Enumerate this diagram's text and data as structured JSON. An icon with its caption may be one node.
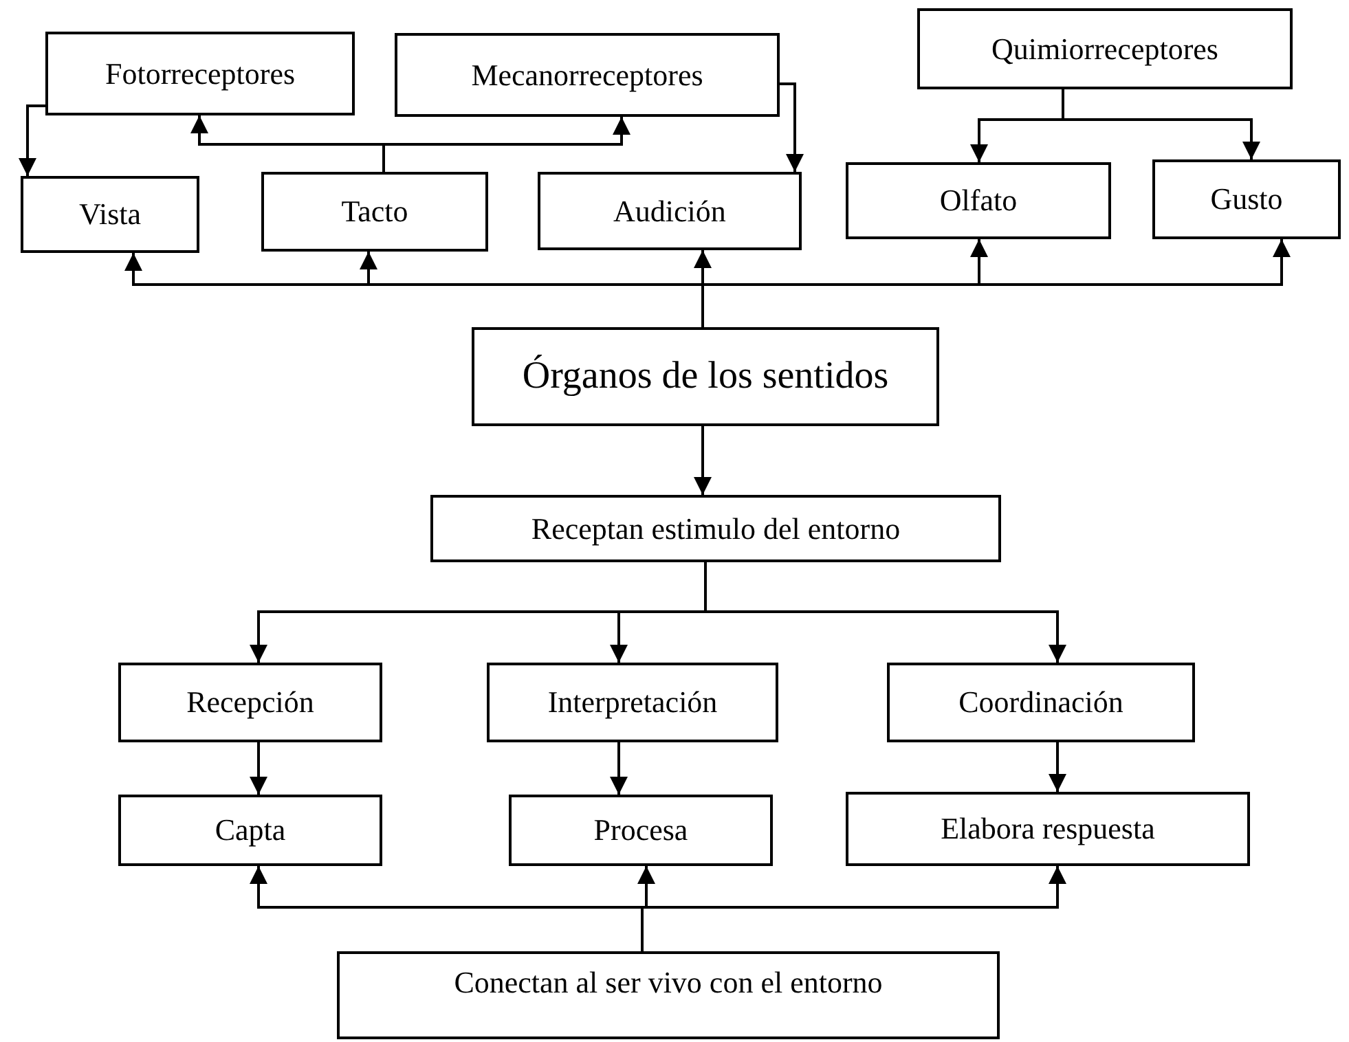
{
  "diagram": {
    "nodes": [
      {
        "text": [
          "Fotorreceptores"
        ]
      },
      {
        "text": [
          "Mecanorreceptores"
        ]
      },
      {
        "text": [
          "Quimiorreceptores"
        ]
      },
      {
        "text": [
          "Vista"
        ]
      },
      {
        "text": [
          "Tacto"
        ]
      },
      {
        "text": [
          "Audición"
        ]
      },
      {
        "text": [
          "Olfato"
        ]
      },
      {
        "text": [
          "Gusto"
        ]
      },
      {
        "text": [
          "Órganos de los sentidos"
        ]
      },
      {
        "text": [
          "Receptan estimulo del entorno"
        ]
      },
      {
        "text": [
          "Recepción"
        ]
      },
      {
        "text": [
          "Interpretación"
        ]
      },
      {
        "text": [
          "Coordinación"
        ]
      },
      {
        "text": [
          "Capta"
        ]
      },
      {
        "text": [
          "Procesa"
        ]
      },
      {
        "text": [
          "Elabora respuesta"
        ]
      },
      {
        "text": [
          "Conectan al ser vivo con el entorno"
        ]
      }
    ],
    "edges": [
      {
        "from": 0,
        "to": 3,
        "arrow": "to"
      },
      {
        "from": 4,
        "to": 0,
        "arrow": "to"
      },
      {
        "from": 4,
        "to": 1,
        "arrow": "to"
      },
      {
        "from": 1,
        "to": 5,
        "arrow": "to"
      },
      {
        "from": 2,
        "to": 6,
        "arrow": "to"
      },
      {
        "from": 2,
        "to": 7,
        "arrow": "to"
      },
      {
        "from": 8,
        "to": 3,
        "arrow": "to"
      },
      {
        "from": 8,
        "to": 4,
        "arrow": "to"
      },
      {
        "from": 8,
        "to": 5,
        "arrow": "to"
      },
      {
        "from": 8,
        "to": 6,
        "arrow": "to"
      },
      {
        "from": 8,
        "to": 7,
        "arrow": "to"
      },
      {
        "from": 8,
        "to": 9,
        "arrow": "to"
      },
      {
        "from": 9,
        "to": 10,
        "arrow": "to"
      },
      {
        "from": 9,
        "to": 11,
        "arrow": "to"
      },
      {
        "from": 9,
        "to": 12,
        "arrow": "to"
      },
      {
        "from": 10,
        "to": 13,
        "arrow": "to"
      },
      {
        "from": 11,
        "to": 14,
        "arrow": "to"
      },
      {
        "from": 12,
        "to": 15,
        "arrow": "to"
      },
      {
        "from": 16,
        "to": 13,
        "arrow": "to"
      },
      {
        "from": 16,
        "to": 14,
        "arrow": "to"
      },
      {
        "from": 16,
        "to": 15,
        "arrow": "to"
      }
    ]
  }
}
